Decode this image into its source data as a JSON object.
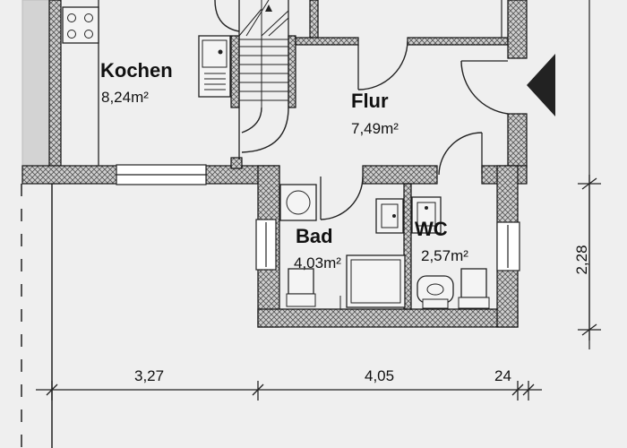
{
  "rooms": {
    "kitchen": {
      "name": "Kochen",
      "area": "8,24m²"
    },
    "hallway": {
      "name": "Flur",
      "area": "7,49m²"
    },
    "bathroom": {
      "name": "Bad",
      "area": "4,03m²"
    },
    "wc": {
      "name": "WC",
      "area": "2,57m²"
    }
  },
  "dimensions": {
    "horizontal": [
      "3,27",
      "4,05",
      "24"
    ],
    "vertical": [
      "2,28"
    ]
  },
  "colors": {
    "background": "#efefef",
    "wall_line": "#111111",
    "arrow": "#222222"
  },
  "icons": [
    "stove-icon",
    "sink-icon",
    "staircase-icon",
    "washing-machine-icon",
    "bathtub-icon",
    "toilet-icon",
    "entrance-arrow-icon"
  ]
}
